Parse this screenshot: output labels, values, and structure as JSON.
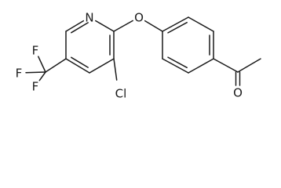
{
  "molecule": {
    "atoms": {
      "n": "N",
      "o_ether": "O",
      "cl": "Cl",
      "f_top": "F",
      "f_left": "F",
      "f_bottom": "F",
      "o_carbonyl": "O"
    }
  }
}
